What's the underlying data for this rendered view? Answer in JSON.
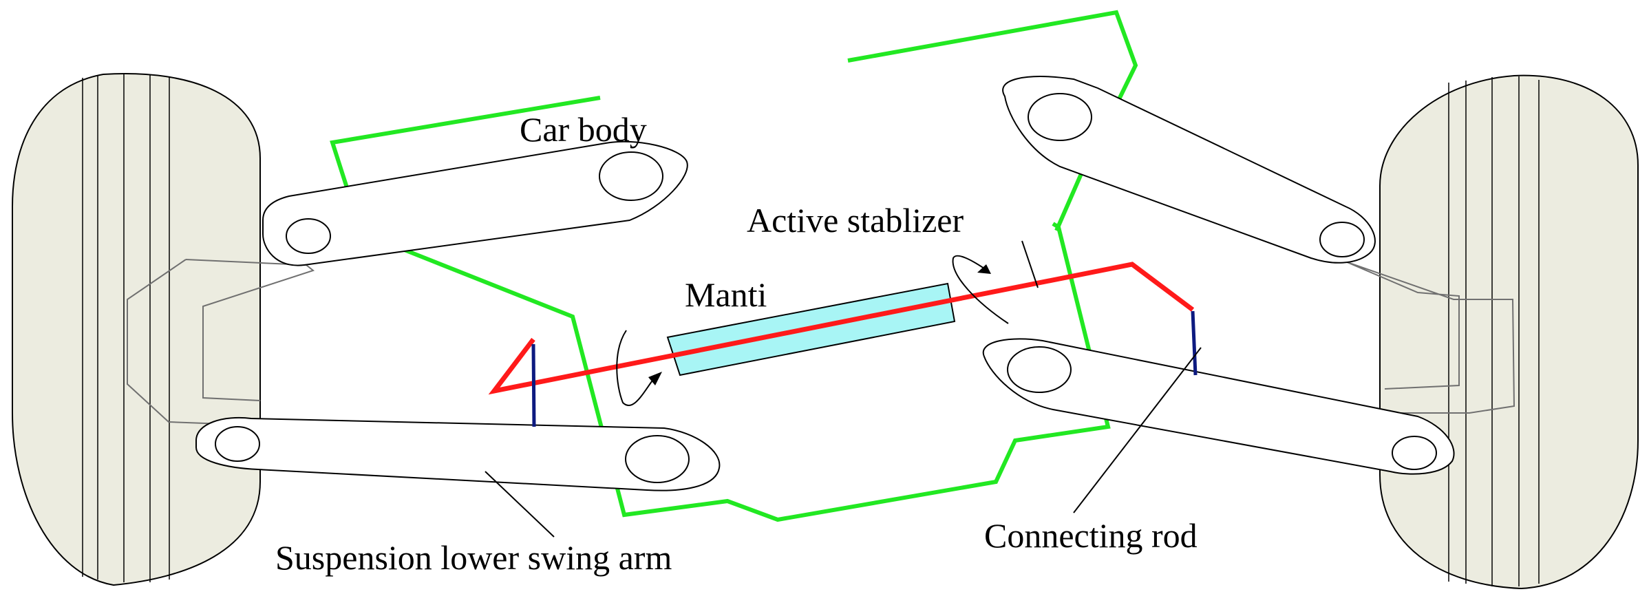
{
  "labels": {
    "car_body": "Car body",
    "active_stabilizer": "Active stablizer",
    "manti": "Manti",
    "connecting_rod": "Connecting rod",
    "lower_swing_arm": "Suspension lower swing arm"
  },
  "colors": {
    "car_body": "#22e822",
    "stabilizer_bar": "#ff1a1a",
    "actuator": "#a8f5f5",
    "connecting_rod": "#0d1a80",
    "tire": "#ecece0",
    "outline": "#000000",
    "knuckle": "#707070"
  }
}
